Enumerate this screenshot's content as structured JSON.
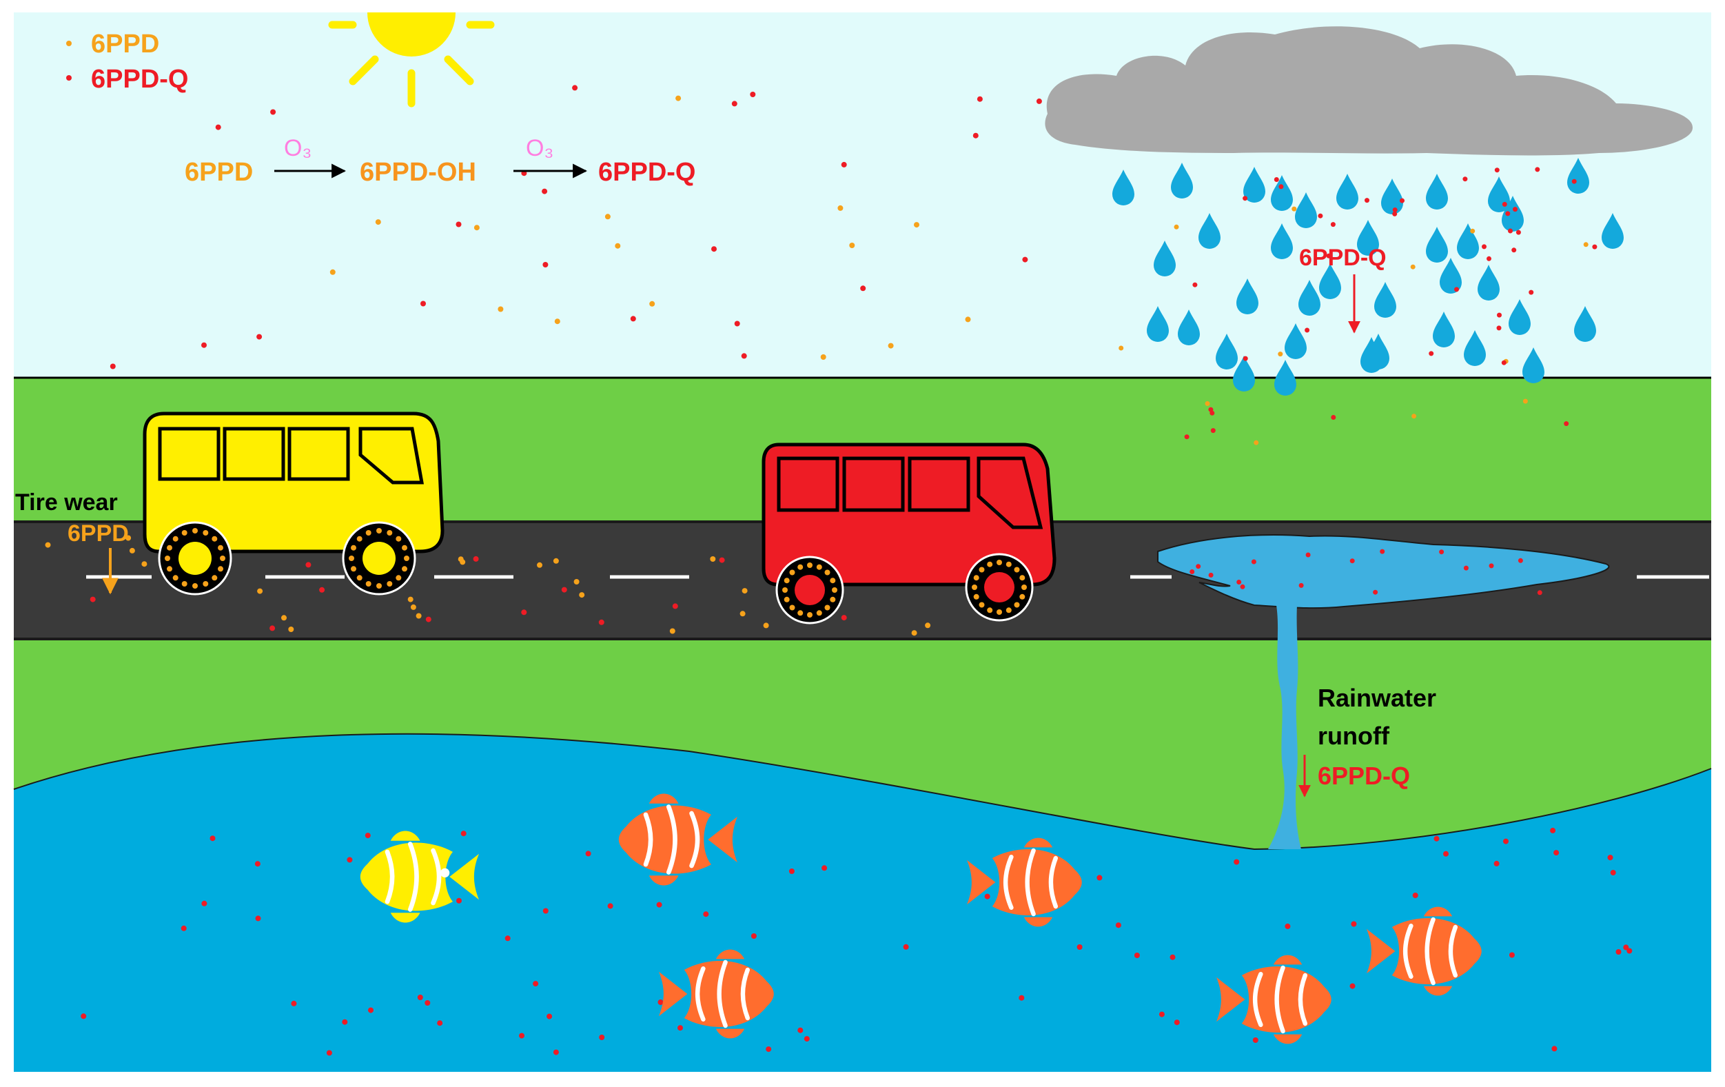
{
  "legend": {
    "items": [
      {
        "label": "6PPD",
        "color": "#f6a21b"
      },
      {
        "label": "6PPD-Q",
        "color": "#ee1c25"
      }
    ]
  },
  "reaction": {
    "reactant": "6PPD",
    "intermediate": "6PPD-OH",
    "product": "6PPD-Q",
    "oxidant_1": "O₃",
    "oxidant_2": "O₃"
  },
  "labels": {
    "rain_compound": "6PPD-Q",
    "tire_wear": "Tire wear",
    "tire_compound": "6PPD",
    "runoff_line1": "Rainwater",
    "runoff_line2": "runoff",
    "runoff_compound": "6PPD-Q"
  },
  "colors": {
    "sky": "#e1fbfb",
    "grass": "#6ecf46",
    "road": "#3a3a3a",
    "water": "#00acde",
    "cloud": "#a9a9a9",
    "sun": "#ffee00",
    "rain_drop": "#14a9dc",
    "yellow_bus": "#ffef00",
    "red_bus": "#ee1c25",
    "fish_orange": "#ff6d2e",
    "fish_yellow": "#ffee00",
    "label_6ppd": "#f6a21b",
    "label_6ppdoh": "#f7941d",
    "label_6ppdq": "#ee1c25",
    "ozone": "#ff7ee0"
  },
  "icons": [
    "sun-icon",
    "cloud-icon",
    "raindrop-icon",
    "bus-icon",
    "fish-icon",
    "arrow-icon"
  ]
}
